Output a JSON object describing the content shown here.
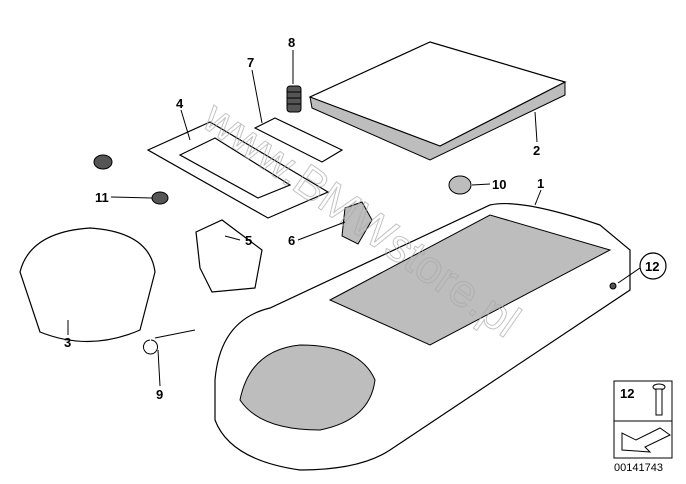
{
  "diagram": {
    "watermark": "www.BMWstore.pl",
    "part_labels": {
      "p1": "1",
      "p2": "2",
      "p3": "3",
      "p4": "4",
      "p5": "5",
      "p6": "6",
      "p7": "7",
      "p8": "8",
      "p9": "9",
      "p10": "10",
      "p11": "11",
      "p12": "12"
    },
    "legend_box": {
      "label": "12",
      "diagram_number": "00141743"
    }
  }
}
